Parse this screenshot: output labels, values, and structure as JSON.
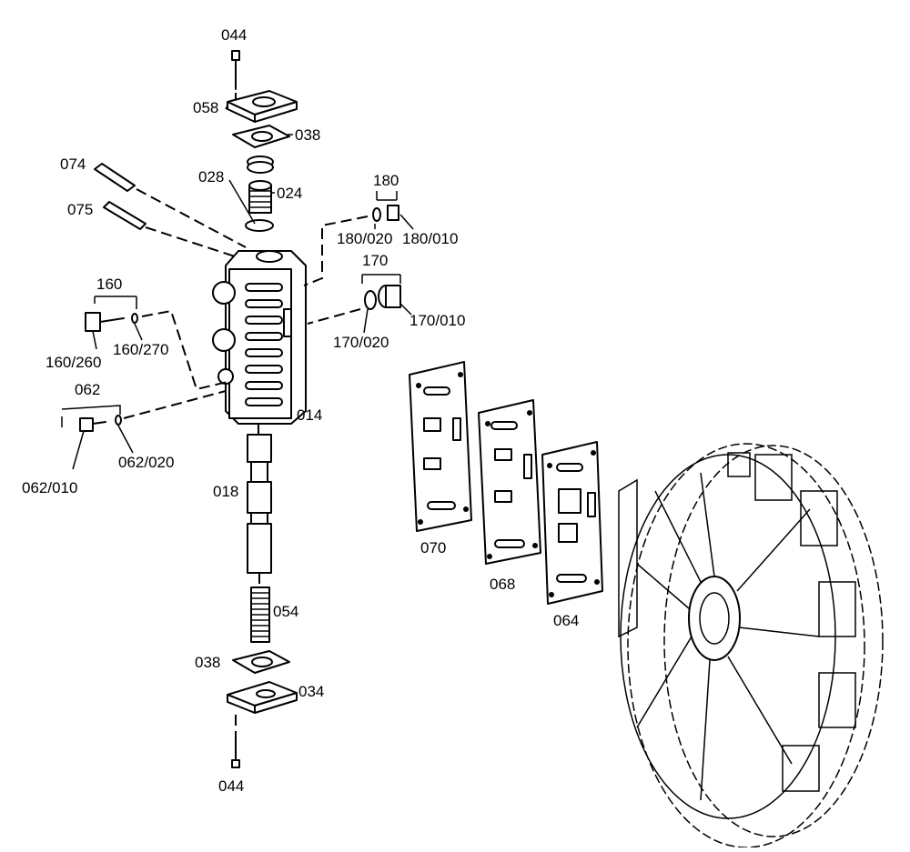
{
  "labels": {
    "044_top": "044",
    "058": "058",
    "038_top": "038",
    "074": "074",
    "028": "028",
    "024": "024",
    "075": "075",
    "180": "180",
    "180_020": "180/020",
    "180_010": "180/010",
    "170": "170",
    "170_020": "170/020",
    "170_010": "170/010",
    "160": "160",
    "160_260": "160/260",
    "160_270": "160/270",
    "062": "062",
    "062_010": "062/010",
    "062_020": "062/020",
    "014": "014",
    "018": "018",
    "054": "054",
    "038_bottom": "038",
    "034": "034",
    "044_bottom": "044",
    "070": "070",
    "068": "068",
    "064": "064"
  }
}
